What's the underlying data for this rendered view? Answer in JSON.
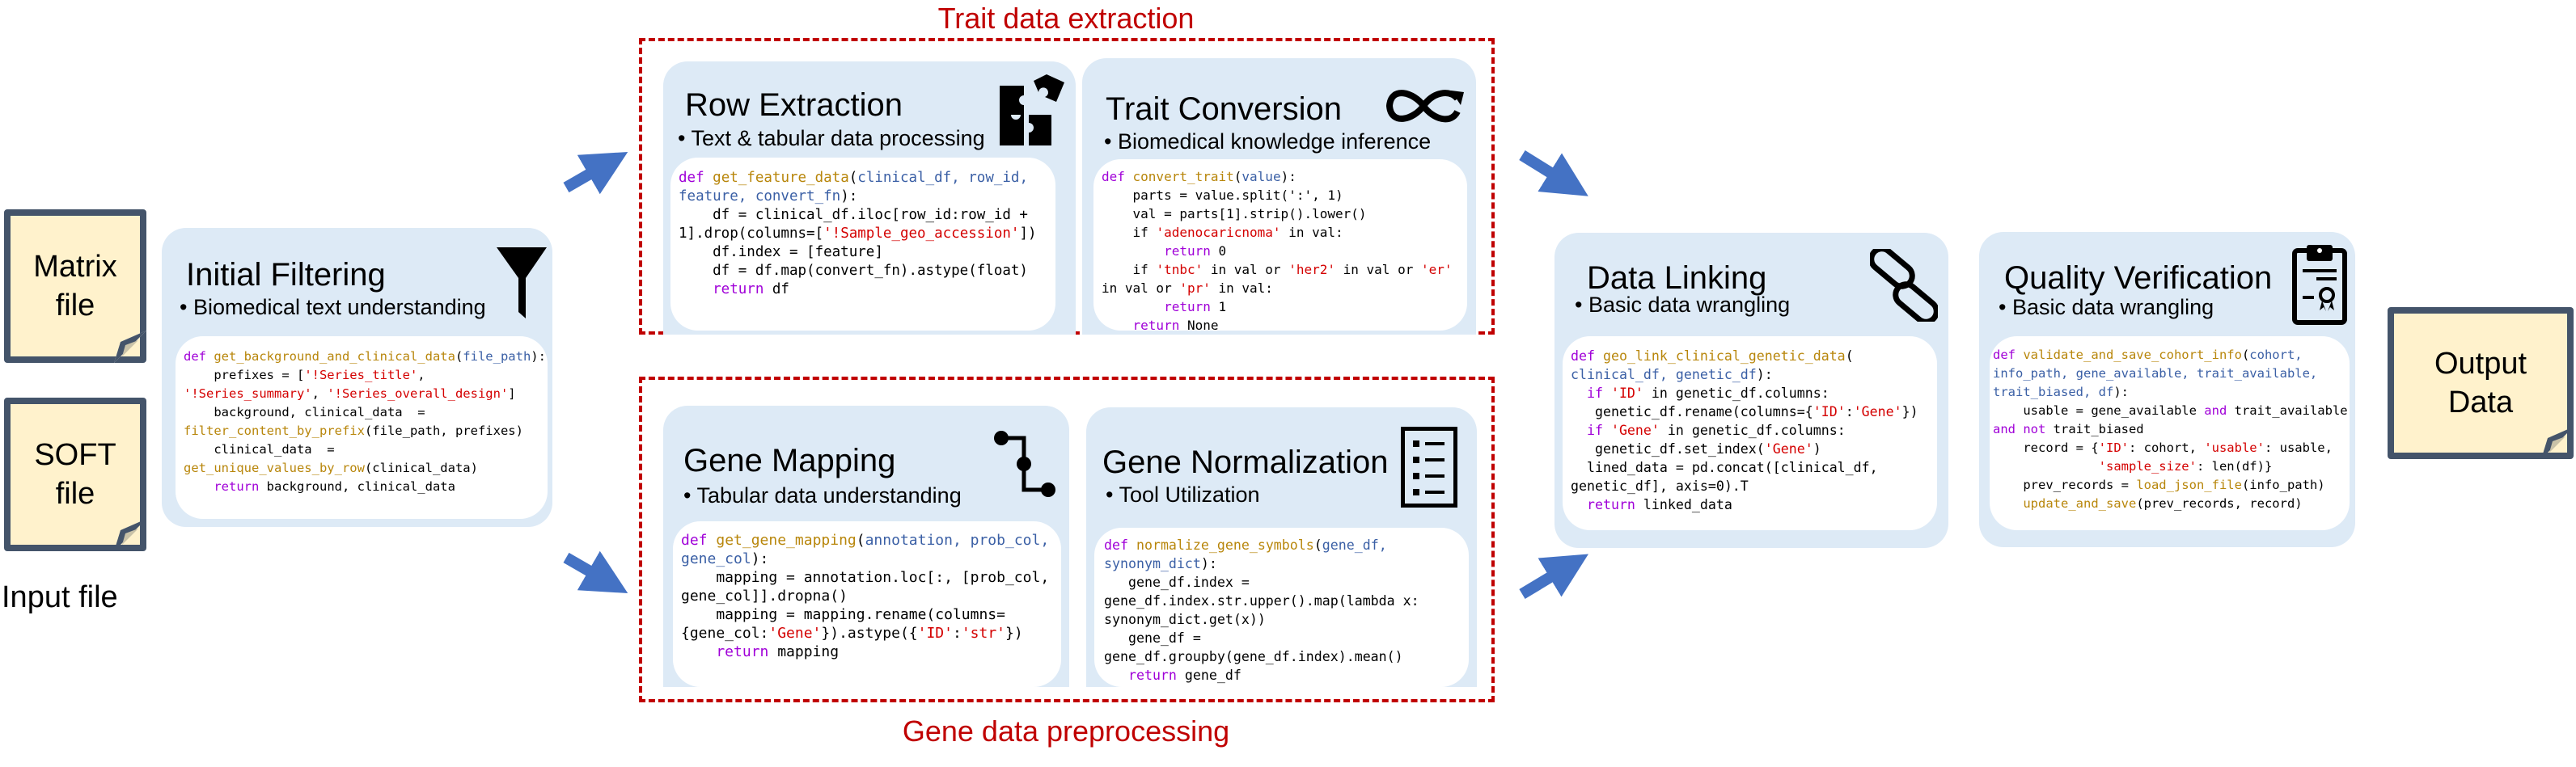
{
  "inputs": {
    "label": "Input file",
    "files": [
      "Matrix\nfile",
      "SOFT\nfile"
    ],
    "matrix_line1": "Matrix",
    "matrix_line2": "file",
    "soft_line1": "SOFT",
    "soft_line2": "file"
  },
  "output": {
    "line1": "Output",
    "line2": "Data"
  },
  "groups": {
    "trait": "Trait data extraction",
    "gene": "Gene data preprocessing"
  },
  "colors": {
    "accent_red": "#c00000",
    "arrow_blue": "#4472c4",
    "card_bg": "#ddeaf6",
    "file_bg": "#fff2cc",
    "file_border": "#44546a"
  },
  "steps": {
    "initial_filtering": {
      "title": "Initial Filtering",
      "skill": "Biomedical text understanding",
      "icon": "funnel-icon",
      "code": [
        [
          [
            "k",
            "def "
          ],
          [
            "f",
            "get_background_and_clinical_data"
          ],
          [
            "t",
            "("
          ],
          [
            "p",
            "file_path"
          ],
          [
            "t",
            "):"
          ]
        ],
        [
          [
            "t",
            "    prefixes = ["
          ],
          [
            "s",
            "'!Series_title'"
          ],
          [
            "t",
            ","
          ]
        ],
        [
          [
            "s",
            "'!Series_summary'"
          ],
          [
            "t",
            ", "
          ],
          [
            "s",
            "'!Series_overall_design'"
          ],
          [
            "t",
            "]"
          ]
        ],
        [
          [
            "t",
            "    background, clinical_data  ="
          ]
        ],
        [
          [
            "f",
            "filter_content_by_prefix"
          ],
          [
            "t",
            "(file_path, prefixes)"
          ]
        ],
        [
          [
            "t",
            "    clinical_data  ="
          ]
        ],
        [
          [
            "f",
            "get_unique_values_by_row"
          ],
          [
            "t",
            "(clinical_data)"
          ]
        ],
        [
          [
            "k",
            "    return"
          ],
          [
            "t",
            " background, clinical_data"
          ]
        ]
      ]
    },
    "row_extraction": {
      "title": "Row Extraction",
      "skill": "Text & tabular data processing",
      "icon": "puzzle-icon",
      "code": [
        [
          [
            "k",
            "def "
          ],
          [
            "f",
            "get_feature_data"
          ],
          [
            "t",
            "("
          ],
          [
            "p",
            "clinical_df, row_id,"
          ]
        ],
        [
          [
            "p",
            "feature, convert_fn"
          ],
          [
            "t",
            "):"
          ]
        ],
        [
          [
            "t",
            "    df = clinical_df.iloc[row_id:row_id +"
          ]
        ],
        [
          [
            "t",
            "1].drop(columns=["
          ],
          [
            "s",
            "'!Sample_geo_accession'"
          ],
          [
            "t",
            "])"
          ]
        ],
        [
          [
            "t",
            "    df.index = [feature]"
          ]
        ],
        [
          [
            "t",
            "    df = df.map(convert_fn).astype(float)"
          ]
        ],
        [
          [
            "k",
            "    return"
          ],
          [
            "t",
            " df"
          ]
        ]
      ]
    },
    "trait_conversion": {
      "title": "Trait Conversion",
      "skill": "Biomedical knowledge inference",
      "icon": "infinity-loop-icon",
      "code": [
        [
          [
            "k",
            "def "
          ],
          [
            "f",
            "convert_trait"
          ],
          [
            "t",
            "("
          ],
          [
            "p",
            "value"
          ],
          [
            "t",
            "):"
          ]
        ],
        [
          [
            "t",
            "    parts = value.split(':', 1)"
          ]
        ],
        [
          [
            "t",
            "    val = parts[1].strip().lower()"
          ]
        ],
        [
          [
            "t",
            "    if "
          ],
          [
            "s",
            "'adenocaricnoma'"
          ],
          [
            "t",
            " in val:"
          ]
        ],
        [
          [
            "k",
            "        return"
          ],
          [
            "t",
            " 0"
          ]
        ],
        [
          [
            "t",
            "    if "
          ],
          [
            "s",
            "'tnbc'"
          ],
          [
            "t",
            " in val or "
          ],
          [
            "s",
            "'her2'"
          ],
          [
            "t",
            " in val or "
          ],
          [
            "s",
            "'er'"
          ]
        ],
        [
          [
            "t",
            "in val or "
          ],
          [
            "s",
            "'pr'"
          ],
          [
            "t",
            " in val:"
          ]
        ],
        [
          [
            "k",
            "        return"
          ],
          [
            "t",
            " 1"
          ]
        ],
        [
          [
            "k",
            "    return"
          ],
          [
            "t",
            " None"
          ]
        ]
      ]
    },
    "gene_mapping": {
      "title": "Gene Mapping",
      "skill": "Tabular data understanding",
      "icon": "node-path-icon",
      "code": [
        [
          [
            "k",
            "def "
          ],
          [
            "f",
            "get_gene_mapping"
          ],
          [
            "t",
            "("
          ],
          [
            "p",
            "annotation, prob_col,"
          ]
        ],
        [
          [
            "p",
            "gene_col"
          ],
          [
            "t",
            "):"
          ]
        ],
        [
          [
            "t",
            "    mapping = annotation.loc[:, [prob_col,"
          ]
        ],
        [
          [
            "t",
            "gene_col]].dropna()"
          ]
        ],
        [
          [
            "t",
            "    mapping = mapping.rename(columns="
          ]
        ],
        [
          [
            "t",
            "{gene_col:"
          ],
          [
            "s",
            "'Gene'"
          ],
          [
            "t",
            "}).astype({"
          ],
          [
            "s",
            "'ID'"
          ],
          [
            "t",
            ":"
          ],
          [
            "s",
            "'str'"
          ],
          [
            "t",
            "})"
          ]
        ],
        [
          [
            "k",
            "    return"
          ],
          [
            "t",
            " mapping"
          ]
        ]
      ]
    },
    "gene_normalization": {
      "title": "Gene Normalization",
      "skill": "Tool Utilization",
      "icon": "list-icon",
      "code": [
        [
          [
            "k",
            "def "
          ],
          [
            "f",
            "normalize_gene_symbols"
          ],
          [
            "t",
            "("
          ],
          [
            "p",
            "gene_df,"
          ]
        ],
        [
          [
            "p",
            "synonym_dict"
          ],
          [
            "t",
            "):"
          ]
        ],
        [
          [
            "t",
            "   gene_df.index ="
          ]
        ],
        [
          [
            "t",
            "gene_df.index.str.upper().map(lambda x:"
          ]
        ],
        [
          [
            "t",
            "synonym_dict.get(x))"
          ]
        ],
        [
          [
            "t",
            "   gene_df ="
          ]
        ],
        [
          [
            "t",
            "gene_df.groupby(gene_df.index).mean()"
          ]
        ],
        [
          [
            "k",
            "   return"
          ],
          [
            "t",
            " gene_df"
          ]
        ]
      ]
    },
    "data_linking": {
      "title": "Data Linking",
      "skill": "Basic data wrangling",
      "icon": "chain-link-icon",
      "code": [
        [
          [
            "k",
            "def "
          ],
          [
            "f",
            "geo_link_clinical_genetic_data"
          ],
          [
            "t",
            "("
          ]
        ],
        [
          [
            "p",
            "clinical_df, genetic_df"
          ],
          [
            "t",
            "):"
          ]
        ],
        [
          [
            "k",
            "  if "
          ],
          [
            "s",
            "'ID'"
          ],
          [
            "t",
            " in genetic_df.columns:"
          ]
        ],
        [
          [
            "t",
            "   genetic_df.rename(columns={"
          ],
          [
            "s",
            "'ID'"
          ],
          [
            "t",
            ":"
          ],
          [
            "s",
            "'Gene'"
          ],
          [
            "t",
            "})"
          ]
        ],
        [
          [
            "k",
            "  if "
          ],
          [
            "s",
            "'Gene'"
          ],
          [
            "t",
            " in genetic_df.columns:"
          ]
        ],
        [
          [
            "t",
            "   genetic_df.set_index("
          ],
          [
            "s",
            "'Gene'"
          ],
          [
            "t",
            ")"
          ]
        ],
        [
          [
            "t",
            "  lined_data = pd.concat([clinical_df,"
          ]
        ],
        [
          [
            "t",
            "genetic_df], axis=0).T"
          ]
        ],
        [
          [
            "k",
            "  return"
          ],
          [
            "t",
            " linked_data"
          ]
        ]
      ]
    },
    "quality_verification": {
      "title": "Quality Verification",
      "skill": "Basic data wrangling",
      "icon": "clipboard-certificate-icon",
      "code": [
        [
          [
            "k",
            "def "
          ],
          [
            "f",
            "validate_and_save_cohort_info"
          ],
          [
            "t",
            "("
          ],
          [
            "p",
            "cohort,"
          ]
        ],
        [
          [
            "p",
            "info_path, gene_available, trait_available,"
          ]
        ],
        [
          [
            "p",
            "trait_biased, df"
          ],
          [
            "t",
            "):"
          ]
        ],
        [
          [
            "t",
            "    usable = gene_available "
          ],
          [
            "k",
            "and"
          ],
          [
            "t",
            " trait_available"
          ]
        ],
        [
          [
            "k",
            "and not"
          ],
          [
            "t",
            " trait_biased"
          ]
        ],
        [
          [
            "t",
            "    record = {"
          ],
          [
            "s",
            "'ID'"
          ],
          [
            "t",
            ": cohort, "
          ],
          [
            "s",
            "'usable'"
          ],
          [
            "t",
            ": usable,"
          ]
        ],
        [
          [
            "t",
            "              "
          ],
          [
            "s",
            "'sample_size'"
          ],
          [
            "t",
            ": len(df)}"
          ]
        ],
        [
          [
            "t",
            "    prev_records = "
          ],
          [
            "f",
            "load_json_file"
          ],
          [
            "t",
            "(info_path)"
          ]
        ],
        [
          [
            "f",
            "    update_and_save"
          ],
          [
            "t",
            "(prev_records, record)"
          ]
        ]
      ]
    }
  }
}
